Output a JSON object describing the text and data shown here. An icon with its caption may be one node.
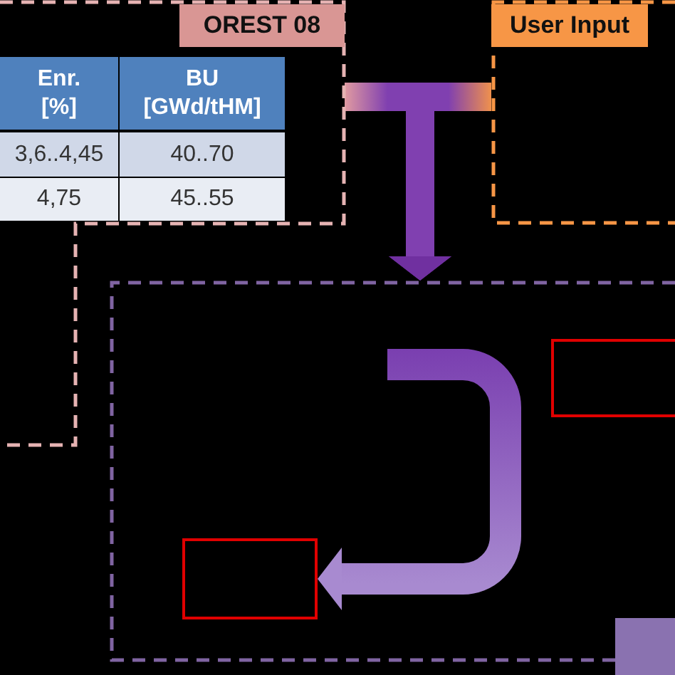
{
  "diagram": {
    "nodes": [
      {
        "text": [
          "OREST 08"
        ]
      },
      {
        "text": [
          "User Input"
        ]
      },
      {
        "text": [],
        "shape": "box"
      },
      {
        "text": [],
        "shape": "box",
        "in": 2
      },
      {
        "text": [],
        "shape": "box",
        "in": 2
      }
    ],
    "edges": [
      {
        "from": 0,
        "to": 2,
        "arrow": "to"
      },
      {
        "from": 1,
        "to": 2,
        "arrow": "to"
      },
      {
        "from": null,
        "to": 4,
        "arrow": "to"
      }
    ],
    "labels": [
      "Enr. [%]",
      "BU [GWd/tHM]",
      "3,6..4,45",
      "40..70",
      "4,75",
      "45..55"
    ]
  }
}
